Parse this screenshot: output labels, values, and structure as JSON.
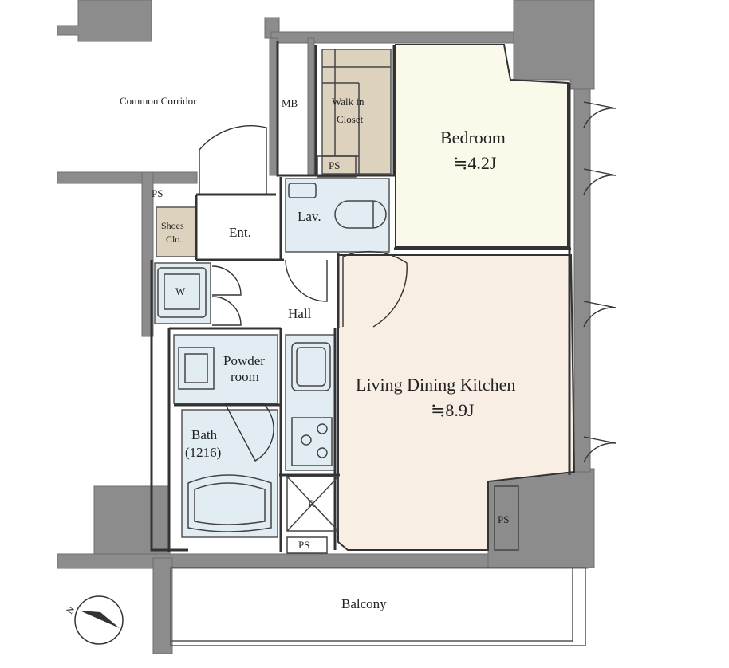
{
  "rooms": {
    "common_corridor": "Common Corridor",
    "mb": "MB",
    "walk_in_closet_1": "Walk in",
    "walk_in_closet_2": "Closet",
    "ps_closet": "PS",
    "bedroom": "Bedroom",
    "bedroom_size": "≒4.2J",
    "ps_entry": "PS",
    "lavatory": "Lav.",
    "shoes_closet_1": "Shoes",
    "shoes_closet_2": "Clo.",
    "entrance": "Ent.",
    "washer": "W",
    "hall": "Hall",
    "powder_room_1": "Powder",
    "powder_room_2": "room",
    "ldk": "Living Dining Kitchen",
    "ldk_size": "≒8.9J",
    "bath": "Bath",
    "bath_size": "(1216)",
    "refrigerator": "R",
    "ps_kitchen": "PS",
    "ps_right": "PS",
    "balcony": "Balcony",
    "compass": "N"
  },
  "colors": {
    "wall": "#8c8c8c",
    "bedroom": "#fbfaea",
    "ldk": "#f8eee4",
    "closet": "#ddd2bd",
    "wet_area": "#e2edf3",
    "line": "#333333"
  }
}
